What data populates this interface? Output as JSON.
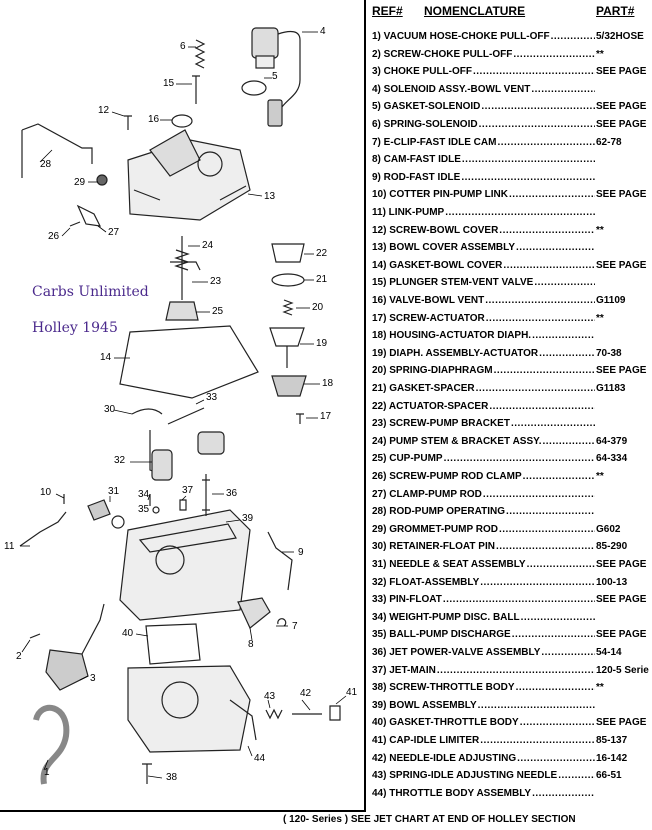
{
  "header": {
    "ref": "REF#",
    "nomenclature": "NOMENCLATURE",
    "part": "PART#"
  },
  "watermark": {
    "line1": "Carbs Unlimited",
    "line2": "Holley 1945"
  },
  "footer": "( 120- Series ) SEE JET CHART AT END OF HOLLEY SECTION",
  "callouts": [
    "1",
    "2",
    "3",
    "4",
    "5",
    "6",
    "7",
    "8",
    "9",
    "10",
    "11",
    "12",
    "13",
    "14",
    "15",
    "16",
    "17",
    "18",
    "19",
    "20",
    "21",
    "22",
    "23",
    "24",
    "25",
    "26",
    "27",
    "28",
    "29",
    "30",
    "31",
    "32",
    "33",
    "34",
    "35",
    "36",
    "37",
    "38",
    "39",
    "40",
    "41",
    "42",
    "43",
    "44"
  ],
  "parts": [
    {
      "ref": "1)",
      "name": "VACUUM HOSE-CHOKE PULL-OFF",
      "part": "5/32HOSE"
    },
    {
      "ref": "2)",
      "name": "SCREW-CHOKE PULL-OFF",
      "part": "**"
    },
    {
      "ref": "3)",
      "name": "CHOKE PULL-OFF",
      "part": "SEE PAGE"
    },
    {
      "ref": "4)",
      "name": "SOLENOID ASSY.-BOWL VENT",
      "part": ""
    },
    {
      "ref": "5)",
      "name": "GASKET-SOLENOID",
      "part": "SEE PAGE"
    },
    {
      "ref": "6)",
      "name": "SPRING-SOLENOID",
      "part": "SEE PAGE"
    },
    {
      "ref": "7)",
      "name": "E-CLIP-FAST IDLE CAM",
      "part": "62-78"
    },
    {
      "ref": "8)",
      "name": "CAM-FAST IDLE",
      "part": ""
    },
    {
      "ref": "9)",
      "name": "ROD-FAST IDLE",
      "part": ""
    },
    {
      "ref": "10)",
      "name": "COTTER PIN-PUMP LINK",
      "part": "SEE PAGE"
    },
    {
      "ref": "11)",
      "name": "LINK-PUMP",
      "part": ""
    },
    {
      "ref": "12)",
      "name": "SCREW-BOWL COVER",
      "part": "**"
    },
    {
      "ref": "13)",
      "name": "BOWL COVER ASSEMBLY",
      "part": ""
    },
    {
      "ref": "14)",
      "name": "GASKET-BOWL COVER",
      "part": "SEE PAGE"
    },
    {
      "ref": "15)",
      "name": "PLUNGER STEM-VENT VALVE",
      "part": ""
    },
    {
      "ref": "16)",
      "name": "VALVE-BOWL VENT",
      "part": "G1109"
    },
    {
      "ref": "17)",
      "name": "SCREW-ACTUATOR",
      "part": "**"
    },
    {
      "ref": "18)",
      "name": "HOUSING-ACTUATOR DIAPH.",
      "part": ""
    },
    {
      "ref": "19)",
      "name": "DIAPH. ASSEMBLY-ACTUATOR",
      "part": "70-38"
    },
    {
      "ref": "20)",
      "name": "SPRING-DIAPHRAGM",
      "part": "SEE PAGE"
    },
    {
      "ref": "21)",
      "name": "GASKET-SPACER",
      "part": "G1183"
    },
    {
      "ref": "22)",
      "name": "ACTUATOR-SPACER",
      "part": ""
    },
    {
      "ref": "23)",
      "name": "SCREW-PUMP BRACKET",
      "part": ""
    },
    {
      "ref": "24)",
      "name": "PUMP STEM & BRACKET ASSY.",
      "part": "64-379"
    },
    {
      "ref": "25)",
      "name": "CUP-PUMP",
      "part": "64-334"
    },
    {
      "ref": "26)",
      "name": "SCREW-PUMP ROD CLAMP",
      "part": "**"
    },
    {
      "ref": "27)",
      "name": "CLAMP-PUMP ROD",
      "part": ""
    },
    {
      "ref": "28)",
      "name": "ROD-PUMP OPERATING",
      "part": ""
    },
    {
      "ref": "29)",
      "name": "GROMMET-PUMP ROD",
      "part": "G602"
    },
    {
      "ref": "30)",
      "name": "RETAINER-FLOAT PIN",
      "part": "85-290"
    },
    {
      "ref": "31)",
      "name": "NEEDLE & SEAT ASSEMBLY",
      "part": "SEE PAGE"
    },
    {
      "ref": "32)",
      "name": "FLOAT-ASSEMBLY",
      "part": "100-13"
    },
    {
      "ref": "33)",
      "name": "PIN-FLOAT",
      "part": "SEE PAGE"
    },
    {
      "ref": "34)",
      "name": "WEIGHT-PUMP DISC. BALL",
      "part": ""
    },
    {
      "ref": "35)",
      "name": "BALL-PUMP DISCHARGE",
      "part": "SEE PAGE"
    },
    {
      "ref": "36)",
      "name": "JET POWER-VALVE ASSEMBLY",
      "part": "54-14"
    },
    {
      "ref": "37)",
      "name": "JET-MAIN",
      "part": "120-5 Serie"
    },
    {
      "ref": "38)",
      "name": "SCREW-THROTTLE BODY",
      "part": "**"
    },
    {
      "ref": "39)",
      "name": "BOWL ASSEMBLY",
      "part": ""
    },
    {
      "ref": "40)",
      "name": "GASKET-THROTTLE BODY",
      "part": "SEE PAGE"
    },
    {
      "ref": "41)",
      "name": "CAP-IDLE LIMITER",
      "part": "85-137"
    },
    {
      "ref": "42)",
      "name": "NEEDLE-IDLE ADJUSTING",
      "part": "16-142"
    },
    {
      "ref": "43)",
      "name": "SPRING-IDLE ADJUSTING  NEEDLE",
      "part": "66-51"
    },
    {
      "ref": "44)",
      "name": "THROTTLE BODY ASSEMBLY",
      "part": ""
    }
  ]
}
